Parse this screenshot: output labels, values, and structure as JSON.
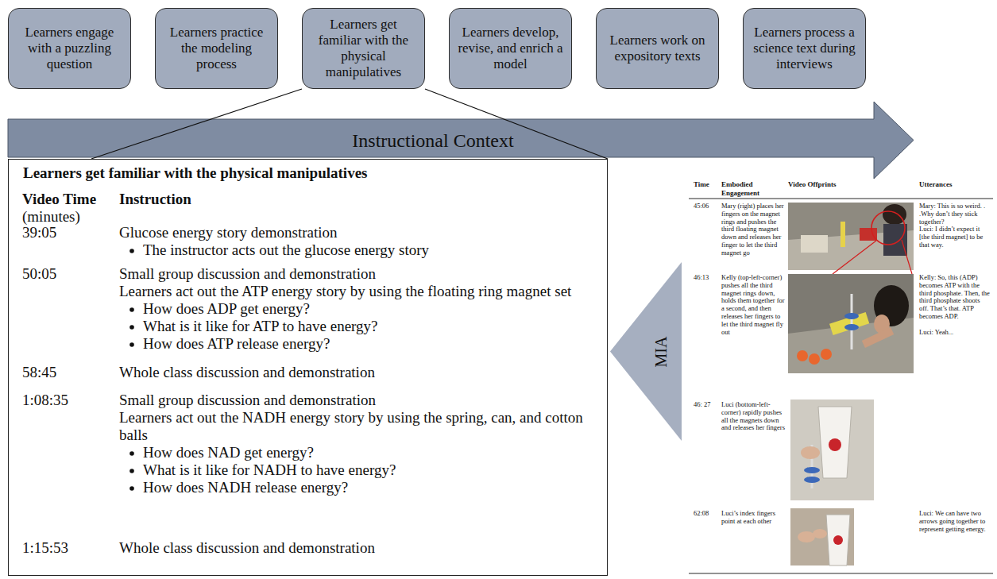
{
  "diagram": {
    "nodes": [
      {
        "text": [
          "Learners engage with a puzzling question"
        ]
      },
      {
        "text": [
          "Learners practice the modeling process"
        ]
      },
      {
        "text": [
          "Learners get familiar with the physical manipulatives"
        ]
      },
      {
        "text": [
          "Learners develop, revise, and enrich a model"
        ]
      },
      {
        "text": [
          "Learners work on expository texts"
        ]
      },
      {
        "text": [
          "Learners process a science text during interviews"
        ]
      },
      {
        "text": [
          "Instructional Context"
        ]
      },
      {
        "text": [
          "Learners get familiar with the physical manipulatives"
        ]
      },
      {
        "text": [
          "MIA"
        ]
      }
    ],
    "edges": [
      {
        "from": 2,
        "to": 7,
        "arrow": "none"
      },
      {
        "from": 2,
        "to": 7,
        "arrow": "none"
      }
    ],
    "labels": [
      "Video Time",
      "(minutes)",
      "Instruction",
      "39:05",
      "Glucose energy story demonstration",
      "The instructor acts out the glucose energy story",
      "50:05",
      "Small group discussion and demonstration",
      "Learners act out the ATP energy story by using the floating ring magnet set",
      "How does ADP get energy?",
      "What is it like for ATP to have energy?",
      "How does ATP release energy?",
      "58:45",
      "Whole class discussion and demonstration",
      "1:08:35",
      "Small group discussion and demonstration",
      "Learners act out the NADH energy story by using the spring, can, and cotton balls",
      "How does NAD get energy?",
      "What is it like for NADH to have energy?",
      "How does NADH release energy?",
      "1:15:53",
      "Whole class discussion and demonstration",
      "Time",
      "Embodied Engagement",
      "Video Offprints",
      "Utterances",
      "45:06",
      "Mary (right) places her fingers on the magnet rings and pushes the third floating magnet down and releases her finger to let the third magnet go",
      "Mary: This is so weird. . .Why don’t they stick together?",
      "Luci: I didn’t expect it [the third magnet] to be that way.",
      "46:13",
      "Kelly (top-left-corner) pushes all the third magnet rings down, holds them together for a second, and then releases her fingers to let the third magnet fly out",
      "Kelly: So, this (ADP) becomes ATP with the third phosphate. Then, the third phosphate shoots off. That’s that. ATP becomes ADP.",
      "Luci: Yeah...",
      "46: 27",
      "Luci (bottom-left-corner) rapidly pushes all the magnets down and releases her fingers",
      "62:08",
      "Luci’s index fingers point at each other",
      "Luci: We can have two arrows going together to represent getting energy."
    ]
  }
}
